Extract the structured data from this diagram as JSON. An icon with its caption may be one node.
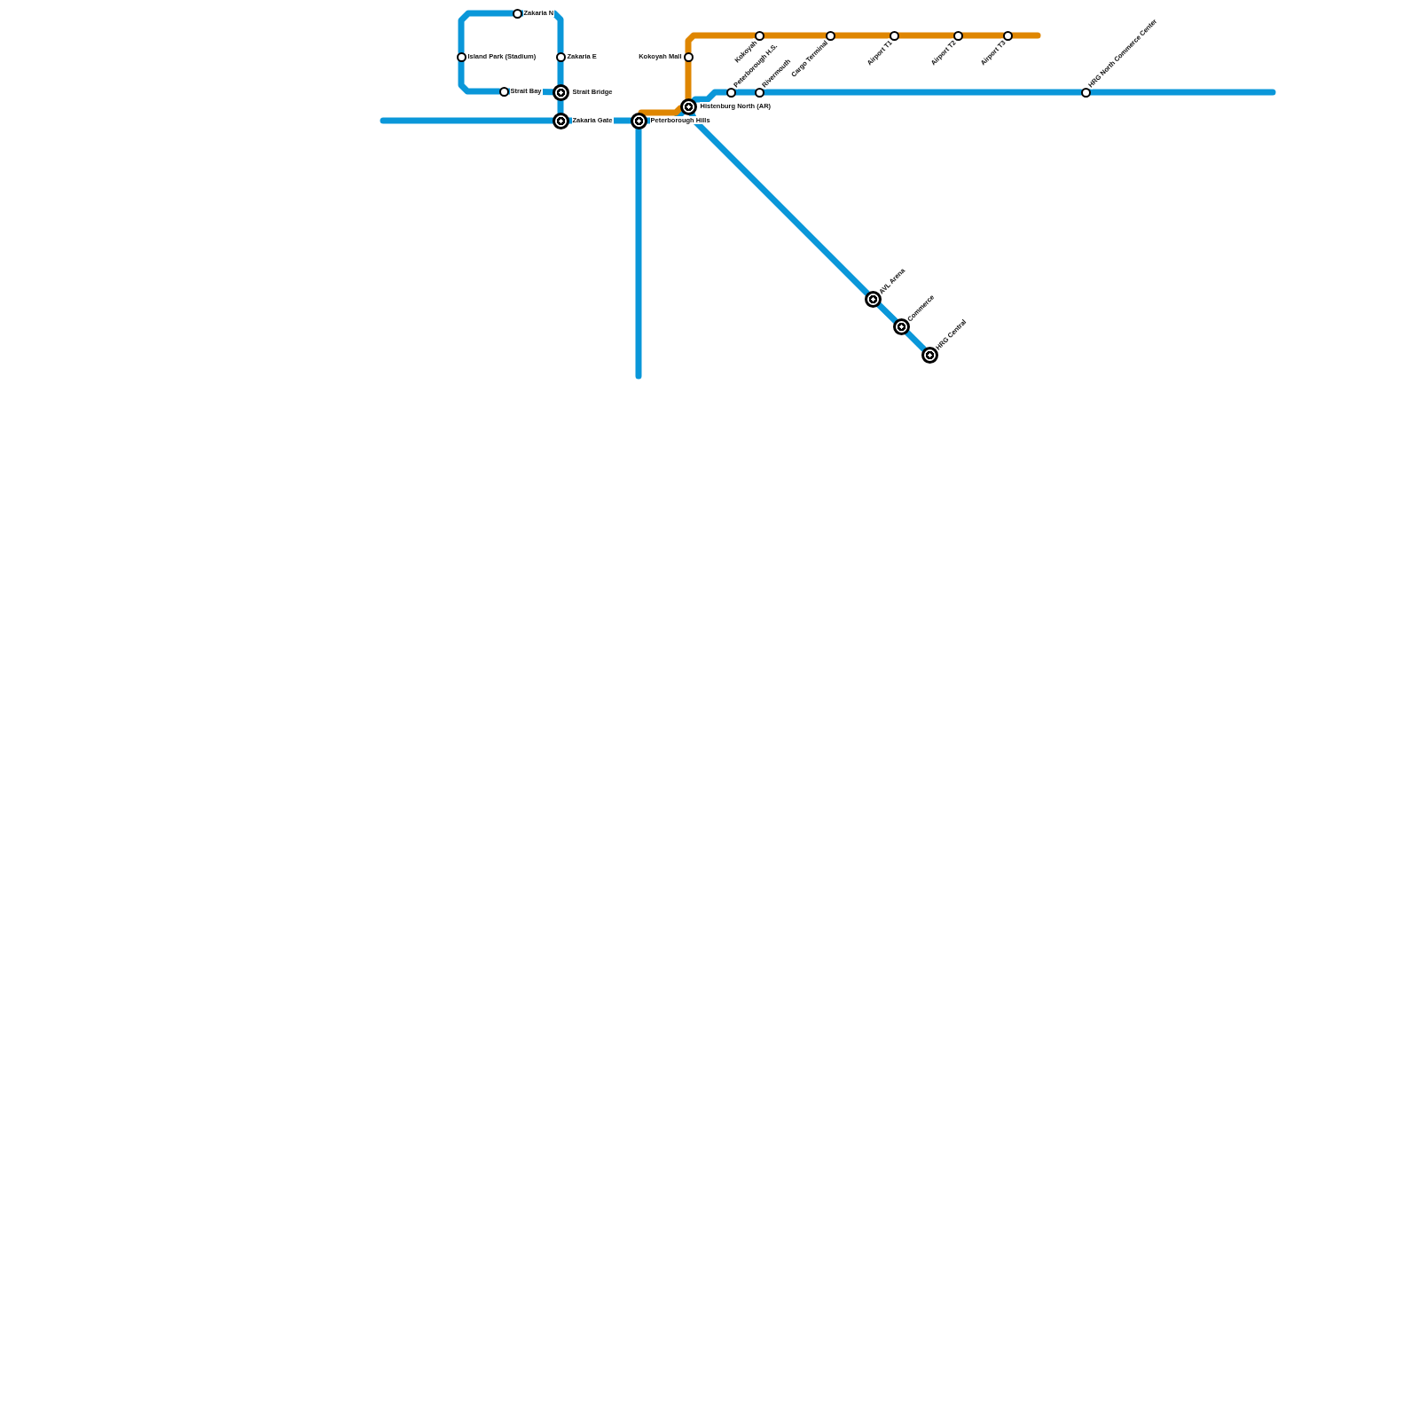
{
  "diagram": {
    "nodes": [
      {
        "text": [],
        "shape": "circle",
        "beside": [
          "Zakaria N"
        ]
      },
      {
        "text": [],
        "shape": "circle",
        "beside": [
          "Island Park (Stadium)"
        ]
      },
      {
        "text": [],
        "shape": "circle",
        "beside": [
          "Zakaria E"
        ]
      },
      {
        "text": [],
        "shape": "circle",
        "beside": [
          "Strait Bay"
        ]
      },
      {
        "text": [],
        "shape": "bullseye",
        "beside": [
          "Strait Bridge"
        ]
      },
      {
        "text": [],
        "shape": "bullseye",
        "beside": [
          "Zakaria Gate"
        ]
      },
      {
        "text": [],
        "shape": "bullseye",
        "beside": [
          "Peterborough Hills"
        ]
      },
      {
        "text": [],
        "shape": "circle",
        "beside": [
          "Kokoyah Mall"
        ]
      },
      {
        "text": [],
        "shape": "bullseye",
        "beside": [
          "Histenburg North (AR)"
        ]
      },
      {
        "text": [],
        "shape": "circle",
        "beside": [
          "Kokoyah"
        ]
      },
      {
        "text": [],
        "shape": "circle",
        "beside": [
          "Peterborough H.S."
        ]
      },
      {
        "text": [],
        "shape": "circle",
        "beside": [
          "Rivermouth"
        ]
      },
      {
        "text": [],
        "shape": "circle",
        "beside": [
          "Cargo Terminal"
        ]
      },
      {
        "text": [],
        "shape": "circle",
        "beside": [
          "Airport T1"
        ]
      },
      {
        "text": [],
        "shape": "circle",
        "beside": [
          "Airport T2"
        ]
      },
      {
        "text": [],
        "shape": "circle",
        "beside": [
          "Airport T3"
        ]
      },
      {
        "text": [],
        "shape": "circle",
        "beside": [
          "HRG North Commerce Center"
        ]
      },
      {
        "text": [],
        "shape": "bullseye",
        "beside": [
          "AVL Arena"
        ]
      },
      {
        "text": [],
        "shape": "bullseye",
        "beside": [
          "Commerce"
        ]
      },
      {
        "text": [],
        "shape": "bullseye",
        "beside": [
          "HRG Central"
        ]
      }
    ],
    "edges": [
      {
        "from": 5,
        "to": null,
        "arrow": "none"
      },
      {
        "from": 5,
        "to": 6,
        "arrow": "none"
      },
      {
        "from": 6,
        "to": null,
        "arrow": "none"
      },
      {
        "from": 6,
        "to": 8,
        "arrow": "none"
      },
      {
        "from": 8,
        "to": 10,
        "arrow": "none"
      },
      {
        "from": 10,
        "to": 11,
        "arrow": "none"
      },
      {
        "from": 11,
        "to": 16,
        "arrow": "none"
      },
      {
        "from": 16,
        "to": null,
        "arrow": "none"
      },
      {
        "from": 8,
        "to": 17,
        "arrow": "none"
      },
      {
        "from": 17,
        "to": 18,
        "arrow": "none"
      },
      {
        "from": 18,
        "to": 19,
        "arrow": "none"
      },
      {
        "from": 5,
        "to": 4,
        "arrow": "none"
      },
      {
        "from": 4,
        "to": 2,
        "arrow": "none"
      },
      {
        "from": 2,
        "to": 0,
        "arrow": "none"
      },
      {
        "from": 0,
        "to": 1,
        "arrow": "none"
      },
      {
        "from": 1,
        "to": 3,
        "arrow": "none"
      },
      {
        "from": 3,
        "to": 4,
        "arrow": "none"
      },
      {
        "from": 6,
        "to": 8,
        "arrow": "none",
        "color": "#df8600"
      },
      {
        "from": 8,
        "to": 7,
        "arrow": "none",
        "color": "#df8600"
      },
      {
        "from": 7,
        "to": 9,
        "arrow": "none",
        "color": "#df8600"
      },
      {
        "from": 9,
        "to": 12,
        "arrow": "none",
        "color": "#df8600"
      },
      {
        "from": 12,
        "to": 13,
        "arrow": "none",
        "color": "#df8600"
      },
      {
        "from": 13,
        "to": 14,
        "arrow": "none",
        "color": "#df8600"
      },
      {
        "from": 14,
        "to": 15,
        "arrow": "none",
        "color": "#df8600"
      },
      {
        "from": 15,
        "to": null,
        "arrow": "none",
        "color": "#df8600"
      }
    ]
  }
}
